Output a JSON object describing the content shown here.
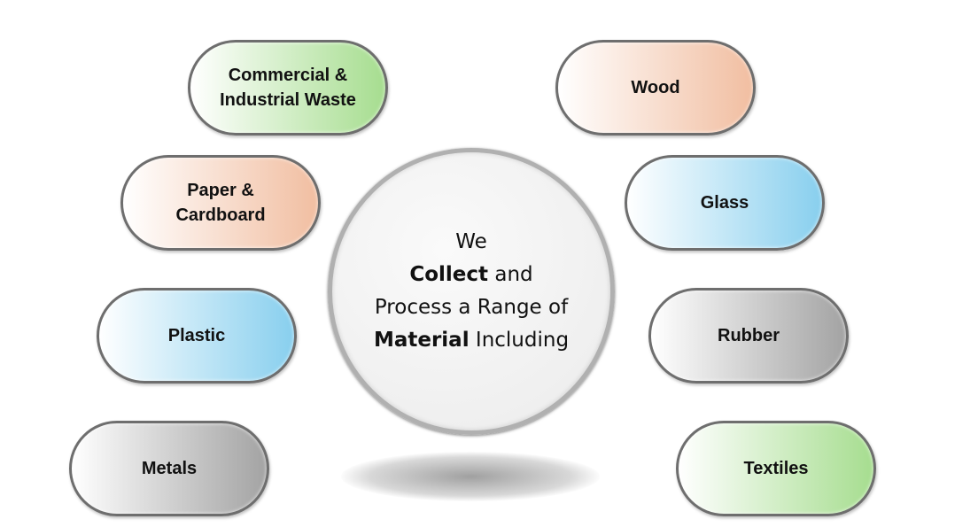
{
  "center": {
    "line1": "We",
    "line2_bold": "Collect",
    "line2_rest": " and",
    "line3": "Process a Range of",
    "line4_bold": "Material",
    "line4_rest": " Including"
  },
  "materials": [
    {
      "label_line1": "Commercial &",
      "label_line2": "Industrial Waste",
      "color": "#a6dd8f"
    },
    {
      "label_line1": "Wood",
      "color": "#f1bea1"
    },
    {
      "label_line1": "Paper &",
      "label_line2": "Cardboard",
      "color": "#f1bea1"
    },
    {
      "label_line1": "Glass",
      "color": "#88cfee"
    },
    {
      "label_line1": "Plastic",
      "color": "#88cfee"
    },
    {
      "label_line1": "Rubber",
      "color": "#a3a3a3"
    },
    {
      "label_line1": "Metals",
      "color": "#a3a3a3"
    },
    {
      "label_line1": "Textiles",
      "color": "#a6dd8f"
    }
  ]
}
